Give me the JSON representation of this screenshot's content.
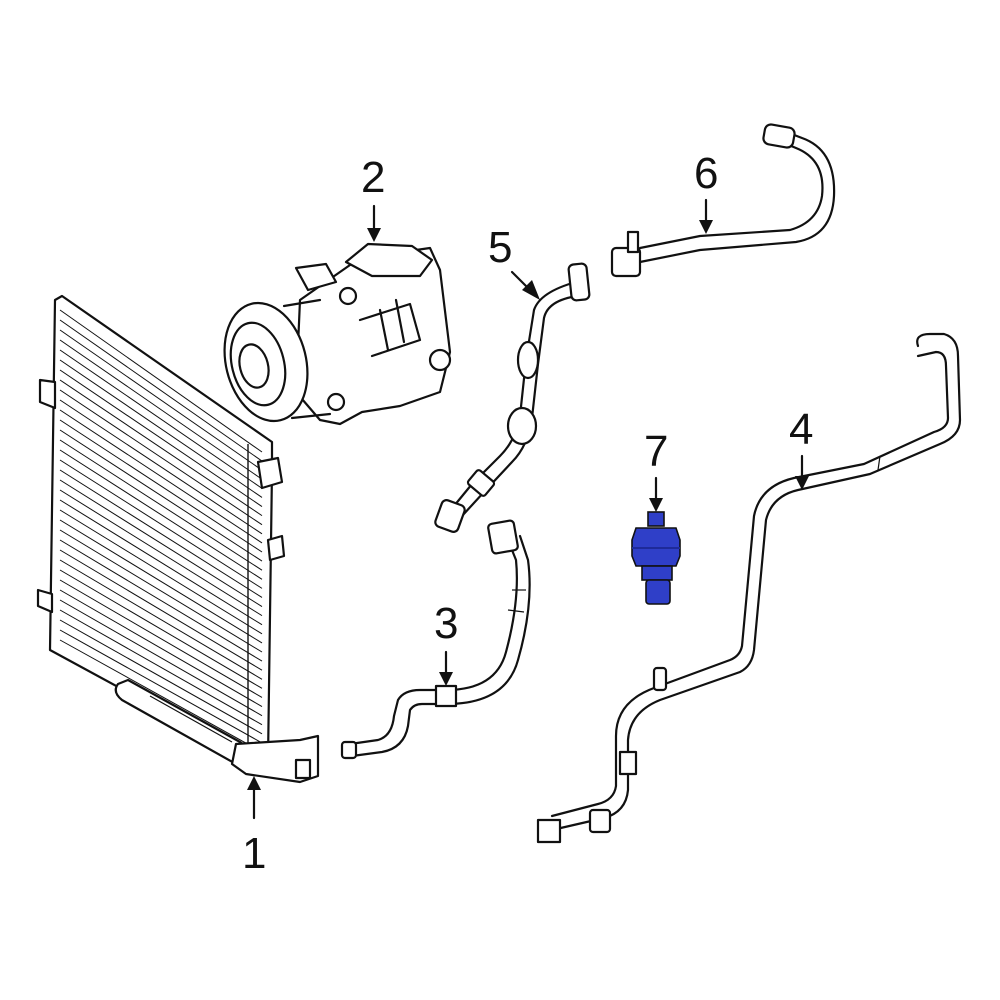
{
  "callouts": [
    {
      "id": "1",
      "label": "1",
      "part": "condenser"
    },
    {
      "id": "2",
      "label": "2",
      "part": "compressor"
    },
    {
      "id": "3",
      "label": "3",
      "part": "hose"
    },
    {
      "id": "4",
      "label": "4",
      "part": "line"
    },
    {
      "id": "5",
      "label": "5",
      "part": "hose"
    },
    {
      "id": "6",
      "label": "6",
      "part": "hose"
    },
    {
      "id": "7",
      "label": "7",
      "part": "switch"
    }
  ],
  "colors": {
    "line_art": "#111111",
    "background": "#ffffff",
    "highlight_part": "#2f3fc8",
    "highlight_shade": "#1e2a9a"
  },
  "highlighted_part": "7"
}
